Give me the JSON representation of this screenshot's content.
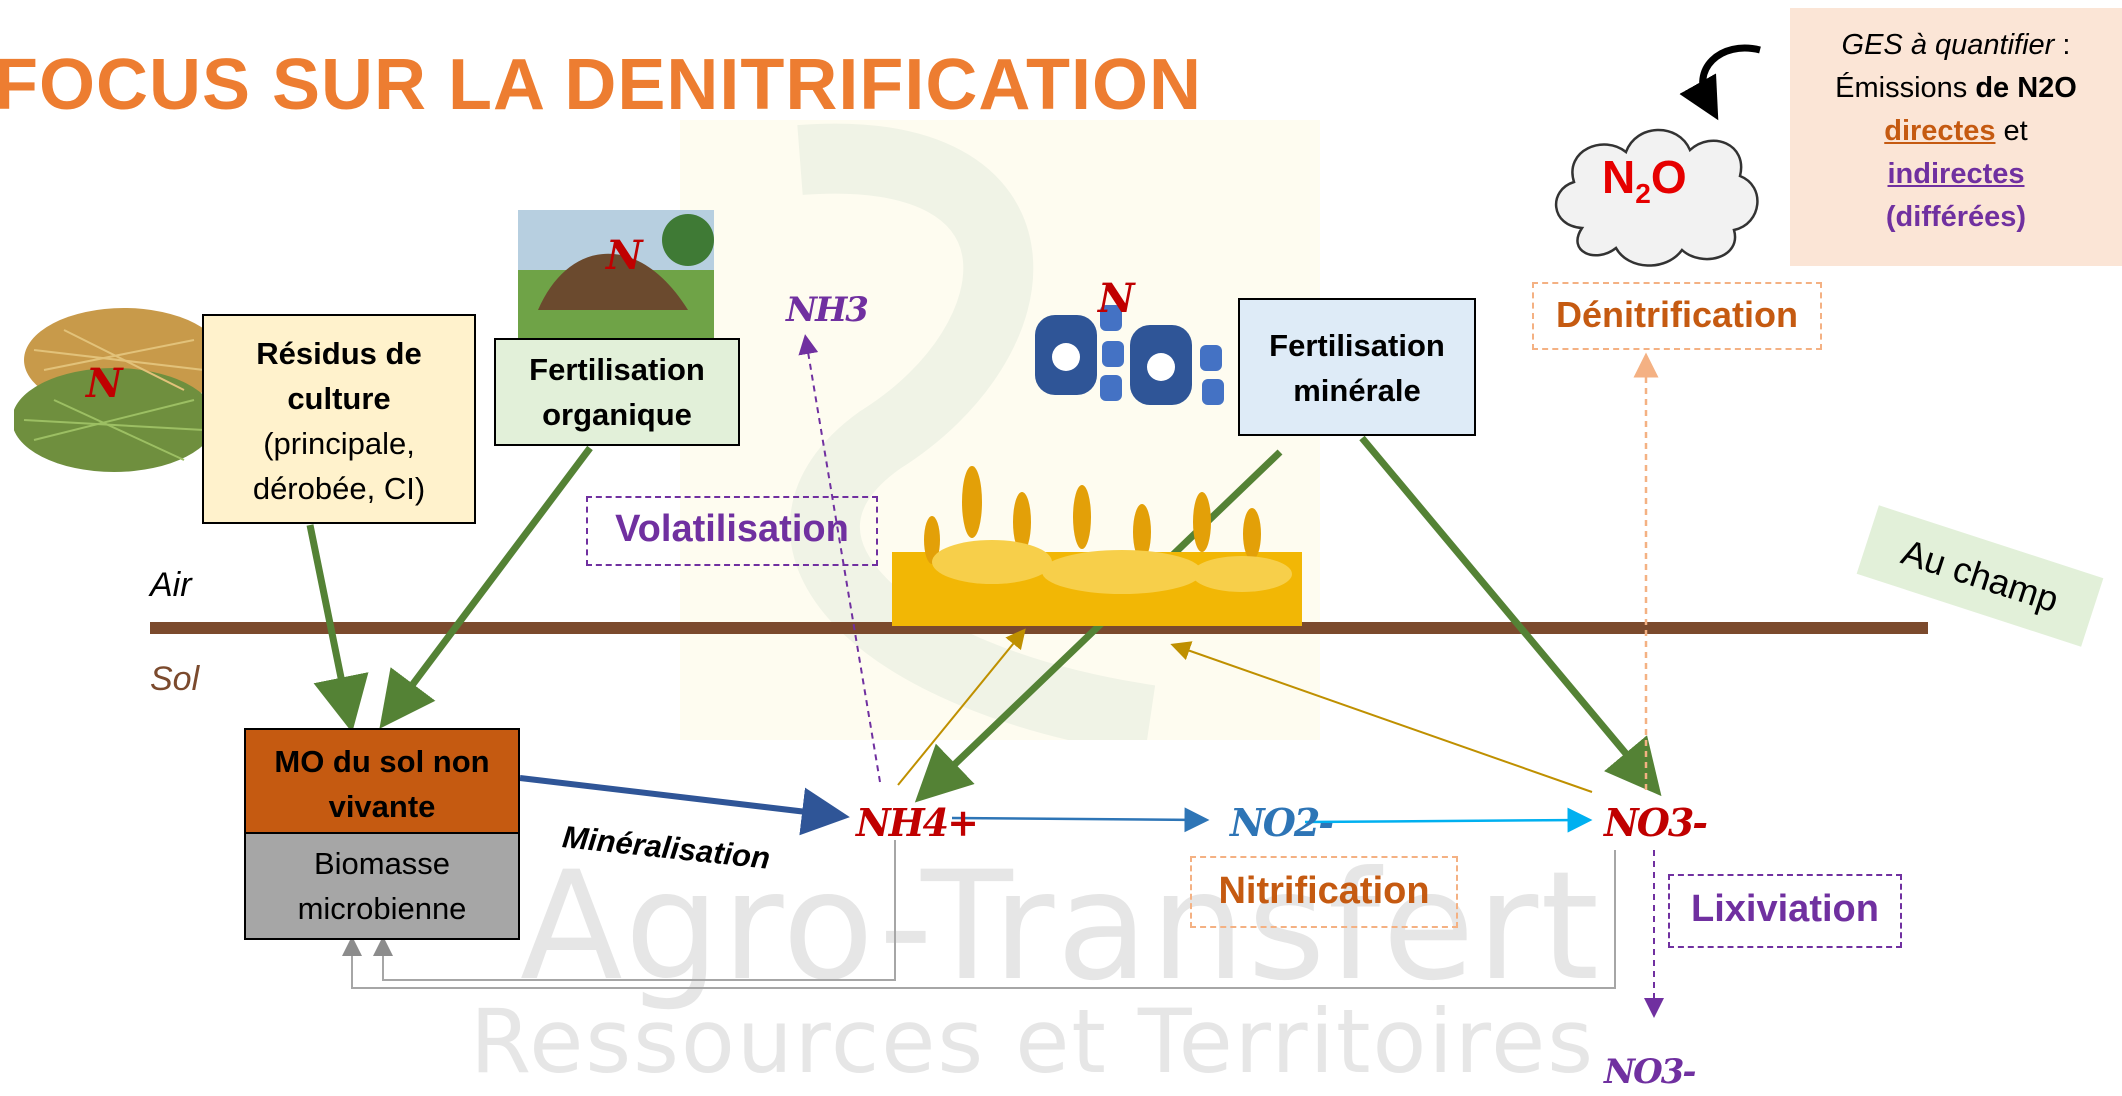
{
  "title": "FOCUS SUR LA DENITRIFICATION",
  "watermark": {
    "line1": "Agro-Transfert",
    "line2": "Ressources et Territoires"
  },
  "ges_box": {
    "line1_italic": "GES à quantifier",
    "line1_rest": " :",
    "line2_prefix": "Émissions ",
    "line2_bold": "de N2O",
    "directes": "directes",
    "et": " et",
    "indirectes": "indirectes",
    "differees": "(différées)"
  },
  "n2o_cloud": {
    "n": "N",
    "sub": "2",
    "o": "O"
  },
  "boxes": {
    "residus": {
      "bold": "Résidus de culture",
      "rest": "(principale, dérobée, CI)"
    },
    "fert_org": "Fertilisation organique",
    "fert_min": "Fertilisation minérale",
    "mo": "MO du sol non vivante",
    "biomasse": "Biomasse microbienne",
    "au_champ": "Au champ"
  },
  "processes": {
    "volatilisation": "Volatilisation",
    "denitrification": "Dénitrification",
    "nitrification": "Nitrification",
    "lixiviation": "Lixiviation",
    "mineralisation": "Minéralisation"
  },
  "species": {
    "nh3": "NH3",
    "nh4": "NH4+",
    "no2": "NO2-",
    "no3": "NO3-",
    "no3_bottom": "NO3-",
    "n_marker": "N"
  },
  "layers": {
    "air": "Air",
    "sol": "Sol"
  },
  "colors": {
    "orange": "#ed7d31",
    "purple": "#7030a0",
    "green_arrow": "#548235",
    "soil_line": "#7b4a2d",
    "dark_red": "#c00000",
    "blue": "#4472c4"
  }
}
